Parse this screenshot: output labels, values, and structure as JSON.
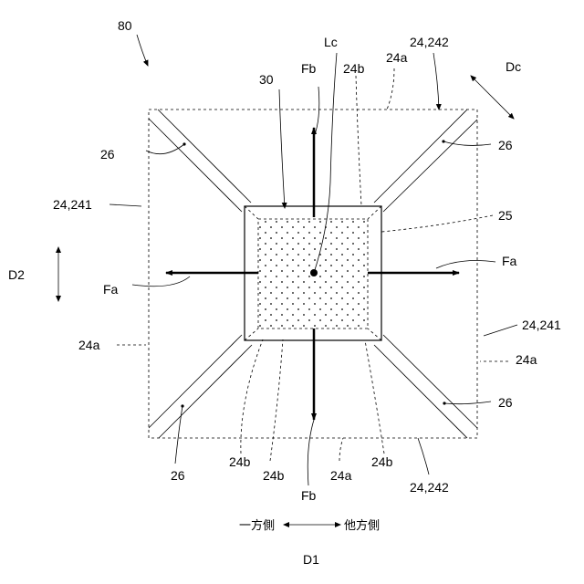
{
  "labels": {
    "device": "80",
    "center_line": "Lc",
    "film": "30",
    "dc": "Dc",
    "frame_top": "24,242",
    "frame_bottom": "24,242",
    "frame_left": "24,241",
    "frame_right": "24,241",
    "edge_a_top": "24a",
    "edge_a_left": "24a",
    "edge_a_right": "24a",
    "edge_a_bottom": "24a",
    "edge_b_top": "24b",
    "edge_b_bl1": "24b",
    "edge_b_bl2": "24b",
    "edge_b_br": "24b",
    "member_25": "25",
    "rib_tl": "26",
    "rib_tr": "26",
    "rib_bl": "26",
    "rib_br": "26",
    "force_fb_top": "Fb",
    "force_fb_bottom": "Fb",
    "force_fa_left": "Fa",
    "force_fa_right": "Fa",
    "d2": "D2",
    "d1": "D1",
    "one_side": "一方側",
    "other_side": "他方側"
  }
}
